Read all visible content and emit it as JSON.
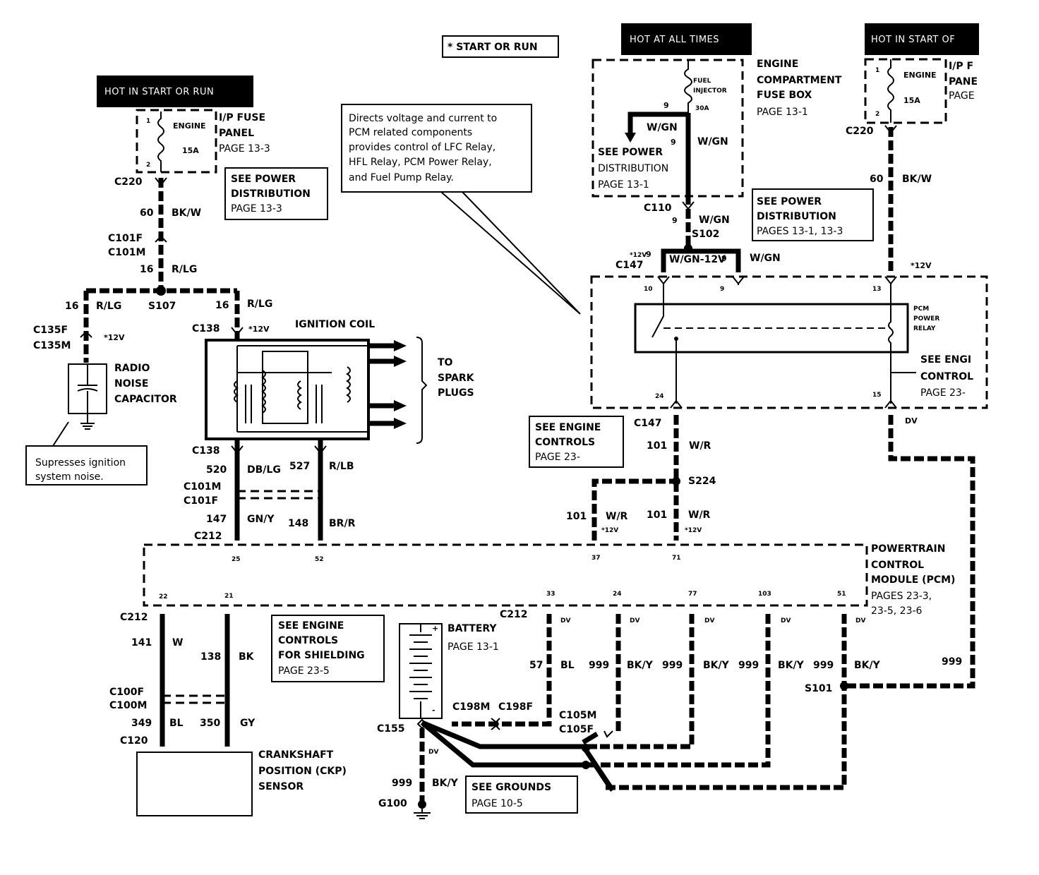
{
  "headers": {
    "hot_left": "HOT IN START OR RUN",
    "hot_all_times": "HOT AT ALL TIMES",
    "hot_right": "HOT IN START OF"
  },
  "legend_start_run": "* START OR RUN",
  "callouts": {
    "pcm_relay_desc": [
      "Directs voltage and current to",
      "PCM       related      components",
      "provides control of LFC Relay,",
      "HFL Relay, PCM Power Relay,",
      "and Fuel Pump Relay."
    ],
    "ignition_noise": [
      "Supresses ignition",
      "system noise."
    ]
  },
  "ref_boxes": {
    "power_dist_left": [
      "SEE  POWER",
      "DISTRIBUTION",
      "PAGE 13-3"
    ],
    "power_dist_right": [
      "SEE  POWER",
      "DISTRIBUTION",
      "PAGES 13-1, 13-3"
    ],
    "engine_controls_mid": [
      "SEE  ENGINE",
      "CONTROLS",
      "PAGE 23-"
    ],
    "engine_controls_shield": [
      "SEE  ENGINE",
      "CONTROLS",
      "FOR  SHIELDING",
      "PAGE 23-5"
    ],
    "grounds": [
      "SEE  GROUNDS",
      "PAGE 10-5"
    ]
  },
  "components": {
    "ip_fuse_left": [
      "I/P FUSE",
      "PANEL",
      "PAGE 13-3"
    ],
    "fuse_engine": "ENGINE",
    "fuse_15a": "15A",
    "fuse_injector": [
      "FUEL",
      "INJECTOR"
    ],
    "fuse_30a": "30A",
    "engine_fuse_box": [
      "ENGINE",
      "COMPARTMENT",
      "FUSE BOX",
      "PAGE 13-1"
    ],
    "see_power_dist_inner": [
      "SEE POWER",
      "DISTRIBUTION",
      "PAGE 13-1"
    ],
    "ip_fuse_right": [
      "I/P F",
      "PANE",
      "PAGE"
    ],
    "radio_cap": [
      "RADIO",
      "NOISE",
      "CAPACITOR"
    ],
    "ignition_coil": "IGNITION COIL",
    "spark_plugs": [
      "TO",
      "SPARK",
      "PLUGS"
    ],
    "pcm_relay": [
      "PCM",
      "POWER",
      "RELAY"
    ],
    "see_engine_right": [
      "SEE ENGI",
      "CONTROL",
      "PAGE 23-"
    ],
    "pcm_module": [
      "POWERTRAIN",
      "CONTROL",
      "MODULE (PCM)",
      "PAGES 23-3,",
      "23-5, 23-6"
    ],
    "battery": [
      "BATTERY",
      "PAGE 13-1"
    ],
    "ckp_sensor": [
      "CRANKSHAFT",
      "POSITION (CKP)",
      "SENSOR"
    ]
  },
  "labels": {
    "c220_l": "C220",
    "w60_l": "60",
    "bkw_l": "BK/W",
    "c101f": "C101F",
    "c101m": "C101M",
    "w16": "16",
    "rlg": "R/LG",
    "w16a": "16",
    "rlga": "R/LG",
    "s107": "S107",
    "w16b": "16",
    "rlgb": "R/LG",
    "c135f": "C135F",
    "c135m": "C135M",
    "v12a": "*12V",
    "c138a": "C138",
    "v12b": "*12V",
    "c138b": "C138",
    "w520": "520",
    "dblg": "DB/LG",
    "w527": "527",
    "rlb": "R/LB",
    "c101m2": "C101M",
    "c101f2": "C101F",
    "w147": "147",
    "gny": "GN/Y",
    "w148": "148",
    "brr": "BR/R",
    "c212a": "C212",
    "c110": "C110",
    "w9a": "9",
    "wgna": "W/GN",
    "s102": "S102",
    "w9b": "9",
    "wgnb": "W/GN",
    "w9c": "9",
    "wgnc": "W/GN",
    "c147a": "C147",
    "v12c": "*12V",
    "w9d": "9",
    "wgnd": "W/GN-12V",
    "w9e": "9",
    "wgne": "W/GN",
    "c220_r": "C220",
    "w60_r": "60",
    "bkw_r": "BK/W",
    "v12d": "*12V",
    "p10": "10",
    "p9": "9",
    "p13": "13",
    "p24": "24",
    "p15": "15",
    "c147b": "C147",
    "w101a": "101",
    "wra": "W/R",
    "s224": "S224",
    "w101b": "101",
    "wrb": "W/R",
    "v12e": "*12V",
    "w101c": "101",
    "wrc": "W/R",
    "v12f": "*12V",
    "dv_a": "DV",
    "pin25": "25",
    "pin52": "52",
    "pin37": "37",
    "pin71": "71",
    "pin22": "22",
    "pin21": "21",
    "pin33": "33",
    "pin24": "24",
    "pin77": "77",
    "pin103": "103",
    "pin51": "51",
    "c212b": "C212",
    "w141": "141",
    "cw": "W",
    "w138": "138",
    "bk": "BK",
    "c100f": "C100F",
    "c100m": "C100M",
    "w349": "349",
    "blc": "BL",
    "w350": "350",
    "gy": "GY",
    "c120": "C120",
    "c212c": "C212",
    "dv1": "DV",
    "dv2": "DV",
    "dv3": "DV",
    "dv4": "DV",
    "dv5": "DV",
    "w57": "57",
    "bl57": "BL",
    "w999a": "999",
    "bky1": "BK/Y",
    "w999b": "999",
    "bky2": "BK/Y",
    "w999c": "999",
    "bky3": "BK/Y",
    "w999d": "999",
    "bky4": "BK/Y",
    "w999e": "999",
    "s101": "S101",
    "c198m": "C198M",
    "c198f": "C198F",
    "c105m": "C105M",
    "c105f": "C105F",
    "c155": "C155",
    "dv6": "DV",
    "w999f": "999",
    "bky5": "BK/Y",
    "g100": "G100"
  }
}
